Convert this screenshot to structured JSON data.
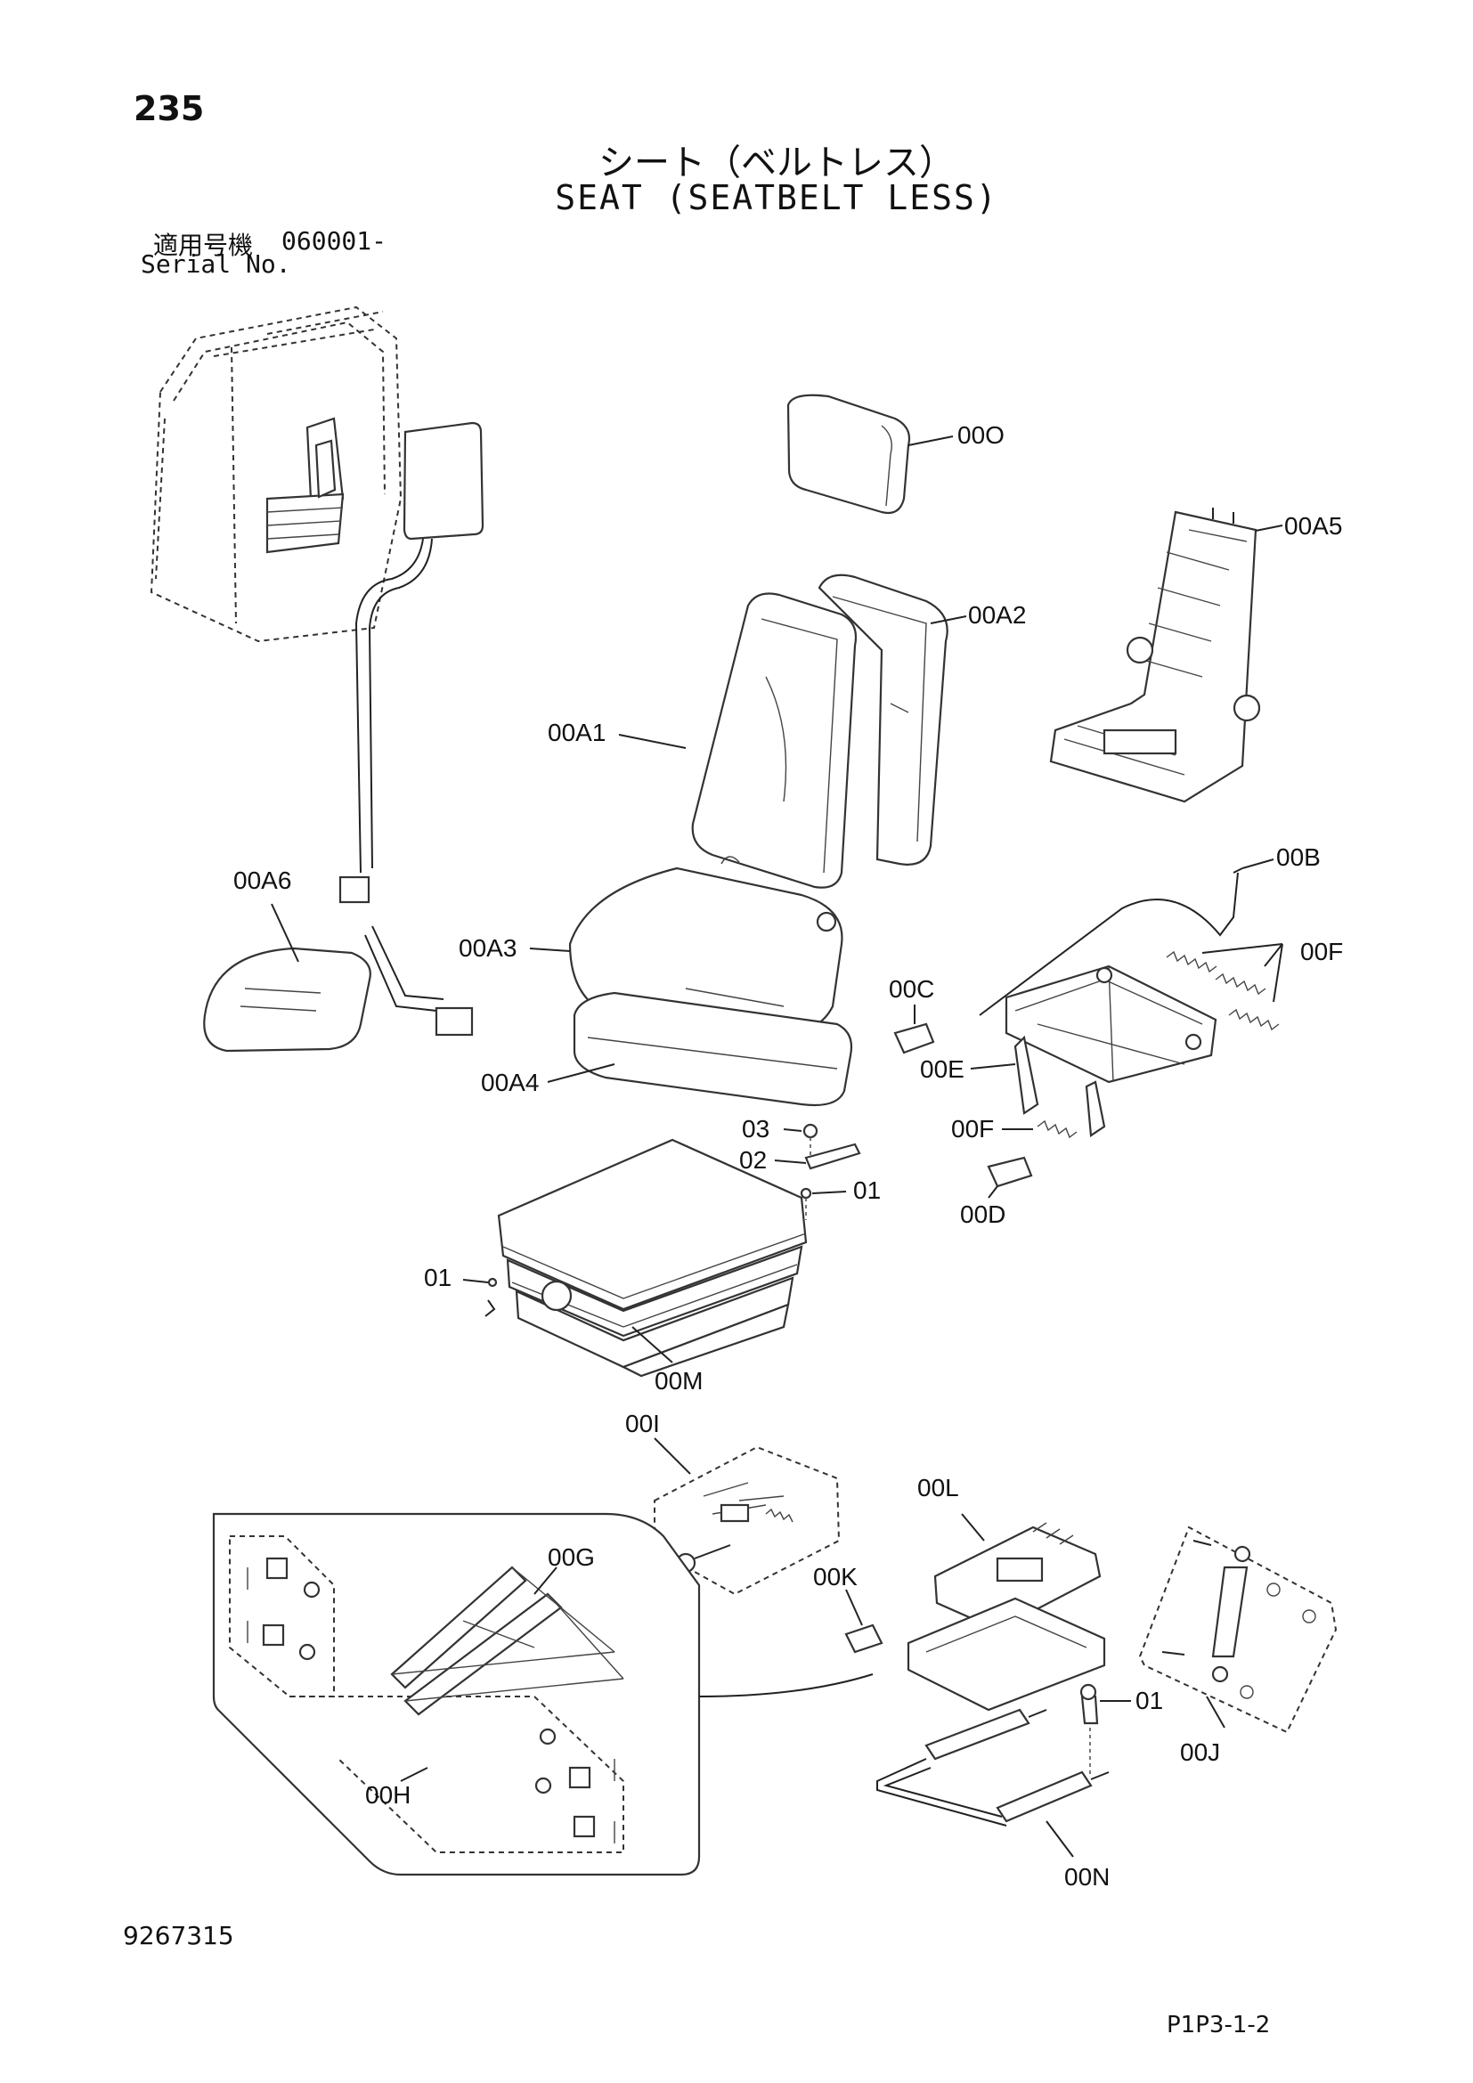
{
  "header": {
    "page_number": "235",
    "title_jp": "シート（ベルトレス）",
    "title_en": "SEAT (SEATBELT LESS)",
    "serial_label_jp": "適用号機",
    "serial_value": "060001-",
    "serial_label_en": "Serial No."
  },
  "callouts": {
    "c00O": "00O",
    "c00A5": "00A5",
    "c00A2": "00A2",
    "c00A1": "00A1",
    "c00A6": "00A6",
    "c00A3": "00A3",
    "c00B": "00B",
    "c00F_1": "00F",
    "c00C": "00C",
    "c00E": "00E",
    "c00A4": "00A4",
    "c03": "03",
    "c02": "02",
    "c00F_2": "00F",
    "c01_1": "01",
    "c00D": "00D",
    "c01_2": "01",
    "c00M": "00M",
    "c00I": "00I",
    "c00L": "00L",
    "c00G": "00G",
    "c00K": "00K",
    "c01_3": "01",
    "c00J": "00J",
    "c00H": "00H",
    "c00N": "00N"
  },
  "footer": {
    "doc_number": "9267315",
    "page_code": "P1P3-1-2"
  }
}
